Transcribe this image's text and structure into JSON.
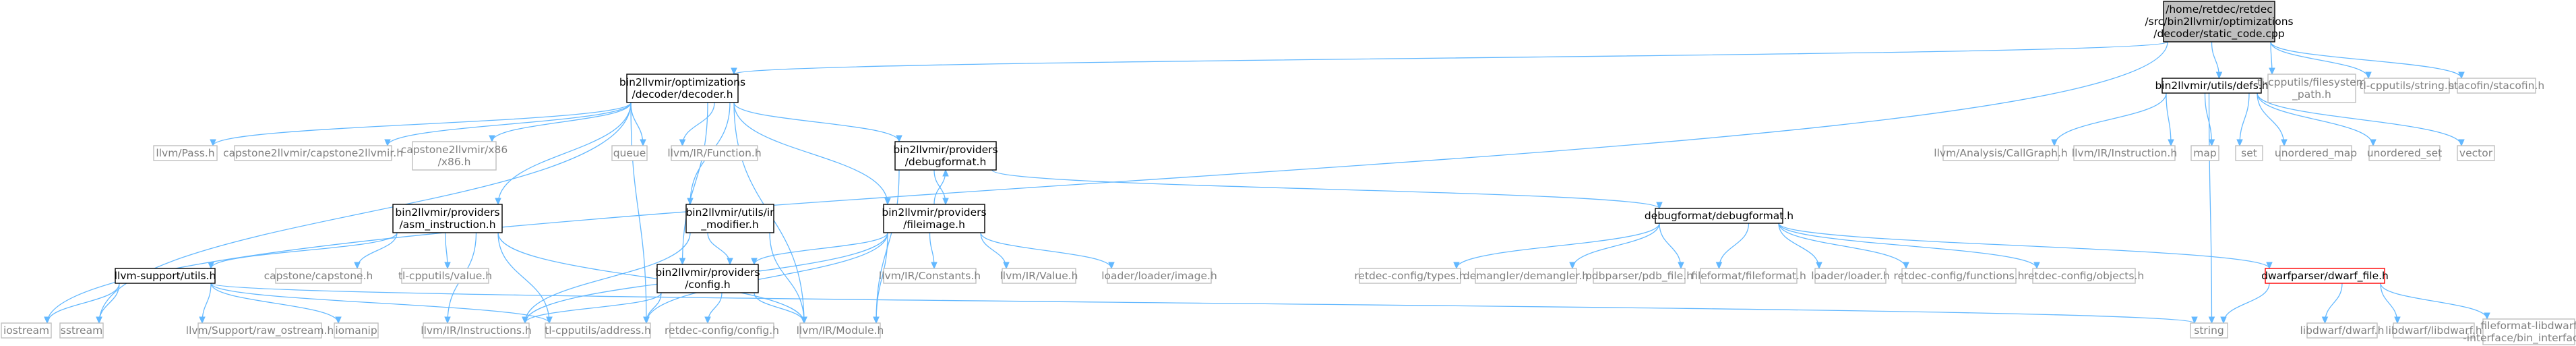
{
  "colors": {
    "edge": "#63b8ff",
    "box_border": "#000000",
    "lib_border": "#bfbfbf",
    "root_fill": "#bfbfbf",
    "broken_border": "#ff0000",
    "text_main": "#000000",
    "text_lib": "#808080"
  },
  "nodes": [
    {
      "id": "root",
      "style": "root",
      "lines": [
        "/home/retdec/retdec",
        "/src/bin2llvmir/optimizations",
        "/decoder/static_code.cpp"
      ]
    },
    {
      "id": "decoder",
      "style": "box",
      "lines": [
        "bin2llvmir/optimizations",
        "/decoder/decoder.h"
      ]
    },
    {
      "id": "defs",
      "style": "box",
      "lines": [
        "bin2llvmir/utils/defs.h"
      ]
    },
    {
      "id": "fs_path",
      "style": "lib",
      "lines": [
        "tl-cpputils/filesystem",
        "_path.h"
      ]
    },
    {
      "id": "string_h",
      "style": "lib",
      "lines": [
        "tl-cpputils/string.h"
      ]
    },
    {
      "id": "stacofin",
      "style": "lib",
      "lines": [
        "stacofin/stacofin.h"
      ]
    },
    {
      "id": "iostream",
      "style": "lib",
      "lines": [
        "iostream"
      ]
    },
    {
      "id": "pass",
      "style": "lib",
      "lines": [
        "llvm/Pass.h"
      ]
    },
    {
      "id": "capstone2llvmir",
      "style": "lib",
      "lines": [
        "capstone2llvmir/capstone2llvmir.h"
      ]
    },
    {
      "id": "x86",
      "style": "lib",
      "lines": [
        "capstone2llvmir/x86",
        "/x86.h"
      ]
    },
    {
      "id": "queue",
      "style": "lib",
      "lines": [
        "queue"
      ]
    },
    {
      "id": "function_h",
      "style": "lib",
      "lines": [
        "llvm/IR/Function.h"
      ]
    },
    {
      "id": "debugformat_prov",
      "style": "box",
      "lines": [
        "bin2llvmir/providers",
        "/debugformat.h"
      ]
    },
    {
      "id": "callgraph",
      "style": "lib",
      "lines": [
        "llvm/Analysis/CallGraph.h"
      ]
    },
    {
      "id": "instruction_h",
      "style": "lib",
      "lines": [
        "llvm/IR/Instruction.h"
      ]
    },
    {
      "id": "map",
      "style": "lib",
      "lines": [
        "map"
      ]
    },
    {
      "id": "set",
      "style": "lib",
      "lines": [
        "set"
      ]
    },
    {
      "id": "unordered_map",
      "style": "lib",
      "lines": [
        "unordered_map"
      ]
    },
    {
      "id": "unordered_set",
      "style": "lib",
      "lines": [
        "unordered_set"
      ]
    },
    {
      "id": "vector",
      "style": "lib",
      "lines": [
        "vector"
      ]
    },
    {
      "id": "asm_instruction",
      "style": "box",
      "lines": [
        "bin2llvmir/providers",
        "/asm_instruction.h"
      ]
    },
    {
      "id": "ir_modifier",
      "style": "box",
      "lines": [
        "bin2llvmir/utils/ir",
        "_modifier.h"
      ]
    },
    {
      "id": "fileimage",
      "style": "box",
      "lines": [
        "bin2llvmir/providers",
        "/fileimage.h"
      ]
    },
    {
      "id": "debugformat_df",
      "style": "box",
      "lines": [
        "debugformat/debugformat.h"
      ]
    },
    {
      "id": "llvm_support_utils",
      "style": "box",
      "lines": [
        "llvm-support/utils.h"
      ]
    },
    {
      "id": "capstone_h",
      "style": "lib",
      "lines": [
        "capstone/capstone.h"
      ]
    },
    {
      "id": "value_h_tl",
      "style": "lib",
      "lines": [
        "tl-cpputils/value.h"
      ]
    },
    {
      "id": "config_h",
      "style": "box",
      "lines": [
        "bin2llvmir/providers",
        "/config.h"
      ]
    },
    {
      "id": "constants_h",
      "style": "lib",
      "lines": [
        "llvm/IR/Constants.h"
      ]
    },
    {
      "id": "value_h_llvm",
      "style": "lib",
      "lines": [
        "llvm/IR/Value.h"
      ]
    },
    {
      "id": "loader_image",
      "style": "lib",
      "lines": [
        "loader/loader/image.h"
      ]
    },
    {
      "id": "types_h",
      "style": "lib",
      "lines": [
        "retdec-config/types.h"
      ]
    },
    {
      "id": "demangler",
      "style": "lib",
      "lines": [
        "demangler/demangler.h"
      ]
    },
    {
      "id": "pdb_file",
      "style": "lib",
      "lines": [
        "pdbparser/pdb_file.h"
      ]
    },
    {
      "id": "fileformat",
      "style": "lib",
      "lines": [
        "fileformat/fileformat.h"
      ]
    },
    {
      "id": "loader_h",
      "style": "lib",
      "lines": [
        "loader/loader.h"
      ]
    },
    {
      "id": "functions_h",
      "style": "lib",
      "lines": [
        "retdec-config/functions.h"
      ]
    },
    {
      "id": "objects_h",
      "style": "lib",
      "lines": [
        "retdec-config/objects.h"
      ]
    },
    {
      "id": "dwarf_file",
      "style": "broken",
      "lines": [
        "dwarfparser/dwarf_file.h"
      ]
    },
    {
      "id": "sstream",
      "style": "lib",
      "lines": [
        "sstream"
      ]
    },
    {
      "id": "raw_ostream",
      "style": "lib",
      "lines": [
        "llvm/Support/raw_ostream.h"
      ]
    },
    {
      "id": "iomanip",
      "style": "lib",
      "lines": [
        "iomanip"
      ]
    },
    {
      "id": "instructions_h",
      "style": "lib",
      "lines": [
        "llvm/IR/Instructions.h"
      ]
    },
    {
      "id": "address_h",
      "style": "lib",
      "lines": [
        "tl-cpputils/address.h"
      ]
    },
    {
      "id": "config_cfg",
      "style": "lib",
      "lines": [
        "retdec-config/config.h"
      ]
    },
    {
      "id": "module_h",
      "style": "lib",
      "lines": [
        "llvm/IR/Module.h"
      ]
    },
    {
      "id": "string",
      "style": "lib",
      "lines": [
        "string"
      ]
    },
    {
      "id": "libdwarf_dwarf",
      "style": "lib",
      "lines": [
        "libdwarf/dwarf.h"
      ]
    },
    {
      "id": "libdwarf_libdwarf",
      "style": "lib",
      "lines": [
        "libdwarf/libdwarf.h"
      ]
    },
    {
      "id": "bin_interface",
      "style": "lib",
      "lines": [
        "fileformat-libdwarf",
        "-interface/bin_interface.h"
      ]
    }
  ],
  "edges": [
    [
      "root",
      "decoder"
    ],
    [
      "root",
      "defs"
    ],
    [
      "root",
      "fs_path"
    ],
    [
      "root",
      "string_h"
    ],
    [
      "root",
      "stacofin"
    ],
    [
      "root",
      "iostream"
    ],
    [
      "decoder",
      "pass"
    ],
    [
      "decoder",
      "capstone2llvmir"
    ],
    [
      "decoder",
      "x86"
    ],
    [
      "decoder",
      "queue"
    ],
    [
      "decoder",
      "function_h"
    ],
    [
      "decoder",
      "debugformat_prov"
    ],
    [
      "decoder",
      "asm_instruction"
    ],
    [
      "decoder",
      "ir_modifier"
    ],
    [
      "decoder",
      "fileimage"
    ],
    [
      "decoder",
      "config_h"
    ],
    [
      "decoder",
      "address_h"
    ],
    [
      "decoder",
      "module_h"
    ],
    [
      "decoder",
      "sstream"
    ],
    [
      "defs",
      "callgraph"
    ],
    [
      "defs",
      "instruction_h"
    ],
    [
      "defs",
      "map"
    ],
    [
      "defs",
      "set"
    ],
    [
      "defs",
      "unordered_map"
    ],
    [
      "defs",
      "unordered_set"
    ],
    [
      "defs",
      "vector"
    ],
    [
      "defs",
      "string"
    ],
    [
      "debugformat_prov",
      "fileimage"
    ],
    [
      "debugformat_prov",
      "debugformat_df"
    ],
    [
      "debugformat_prov",
      "module_h"
    ],
    [
      "fileimage",
      "debugformat_prov"
    ],
    [
      "fileimage",
      "constants_h"
    ],
    [
      "fileimage",
      "value_h_llvm"
    ],
    [
      "fileimage",
      "loader_image"
    ],
    [
      "fileimage",
      "config_h"
    ],
    [
      "fileimage",
      "module_h"
    ],
    [
      "fileimage",
      "address_h"
    ],
    [
      "fileimage",
      "instructions_h"
    ],
    [
      "asm_instruction",
      "llvm_support_utils"
    ],
    [
      "asm_instruction",
      "capstone_h"
    ],
    [
      "asm_instruction",
      "value_h_tl"
    ],
    [
      "asm_instruction",
      "address_h"
    ],
    [
      "asm_instruction",
      "module_h"
    ],
    [
      "asm_instruction",
      "instructions_h"
    ],
    [
      "ir_modifier",
      "config_h"
    ],
    [
      "ir_modifier",
      "module_h"
    ],
    [
      "ir_modifier",
      "instructions_h"
    ],
    [
      "config_h",
      "config_cfg"
    ],
    [
      "config_h",
      "address_h"
    ],
    [
      "config_h",
      "module_h"
    ],
    [
      "config_h",
      "instructions_h"
    ],
    [
      "llvm_support_utils",
      "iostream"
    ],
    [
      "llvm_support_utils",
      "sstream"
    ],
    [
      "llvm_support_utils",
      "raw_ostream"
    ],
    [
      "llvm_support_utils",
      "iomanip"
    ],
    [
      "llvm_support_utils",
      "string"
    ],
    [
      "llvm_support_utils",
      "address_h"
    ],
    [
      "debugformat_df",
      "types_h"
    ],
    [
      "debugformat_df",
      "demangler"
    ],
    [
      "debugformat_df",
      "pdb_file"
    ],
    [
      "debugformat_df",
      "fileformat"
    ],
    [
      "debugformat_df",
      "loader_h"
    ],
    [
      "debugformat_df",
      "functions_h"
    ],
    [
      "debugformat_df",
      "objects_h"
    ],
    [
      "debugformat_df",
      "dwarf_file"
    ],
    [
      "dwarf_file",
      "string"
    ],
    [
      "dwarf_file",
      "libdwarf_dwarf"
    ],
    [
      "dwarf_file",
      "libdwarf_libdwarf"
    ],
    [
      "dwarf_file",
      "bin_interface"
    ]
  ]
}
